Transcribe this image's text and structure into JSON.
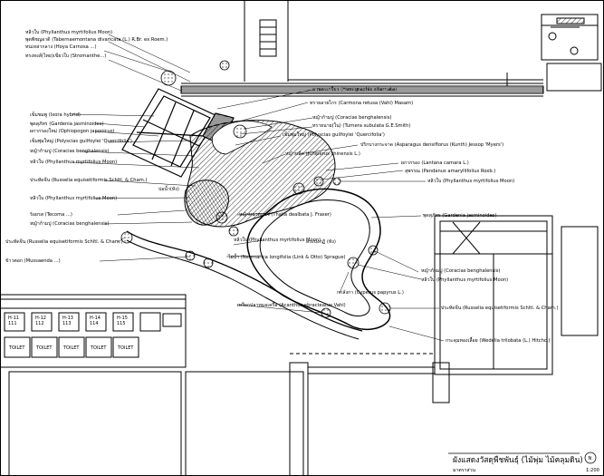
{
  "title": "ผังแสดงวัสดุพืชพันธุ์ (ไม้พุ่ม ไม้คลุมดิน)",
  "subtitle": "มาตราส่วน",
  "scale": "1:200",
  "north": "N",
  "rooms": [
    "H-11\n111",
    "H-12\n112",
    "H-13\n113",
    "H-14\n114",
    "H-15\n115"
  ],
  "toilets": [
    "TOILET",
    "TOILET",
    "TOILET",
    "TOILET",
    "TOILET"
  ],
  "place_labels": {
    "pond": "สระบงกฏิ (ทัง)",
    "lawn": "บ่อน้ำ(ทัง)"
  },
  "labels_left": [
    "หลิวใบ (Phyllanthus myrtifolius Moon)",
    "พุดพิชญอาดิ (Tabernaemontana divaricata (L.) R.Br. ex Roem.)",
    "ทนเหล่ากลาง (Hoya Carnosa ...)",
    "ทรงหงส์(ไทย)เขียวใบ (Stromanthe...)",
    "พุดสุภัทร (Gardenia jasminoides)",
    "เข็มชมพู (Ixora hybrid)",
    "ผกากรองใหม่ (Ophiopogon japonicus)",
    "เข็มพุ่มใหญ่ (Polyscias guilfoylei 'Quercifolia')",
    "หญ้าก้ามปู (Coracias benghalensis)",
    "หลิวใบ (Phyllanthus myrtifolius Moon)",
    "ประทัดจีน (Russelia equisetiformis Schltl. & Cham.)",
    "หลิวใบ (Phyllanthus myrtifolius Moon)",
    "ร้อยรส (Tecoma ...)",
    "หญ้าก้ามปู (Coracias benghalensis)",
    "ประทัดจีน (Russelia equisetiformis Schltl. & Cham.)",
    "ข้าวตอก (Mussaenda ...)"
  ],
  "labels_right": [
    "ลานตะเกรียว (Hemigraphis alternata)",
    "ทรายลายไกร (Carmona retusa (Vahl) Masam)",
    "หญ้าก้ามปู (Coracias benghalensis)",
    "ทรายนาย(ใน) (Turnera subulata G.E.Smith)",
    "เข็มพุ่มใหญ่ (Polyscias guilfoylei 'Quercifolia')",
    "ปริกบางกระจาด (Asparagus densiflorus (Kunth) Jessop 'Myers')",
    "หญ้าหมิด (Juniperus chinensis L.)",
    "ผกากรอง (Lantana camara L.)",
    "สุพรรณ (Pandanus amaryllifolius Roxb.)",
    "หลิวใบ (Phyllanthus myrtifolius Moon)",
    "พุดสุภัทร (Gardenia jasminoides)",
    "หญ้าก้ามปู (Coracias benghalensis)",
    "หลิวใบ (Phyllanthus myrtifolius Moon)",
    "ประทัดจีน (Russelia equisetiformis Schltl. & Cham.)",
    "กระดุมทองเลื้อย (Wedelia trilobata (L.) Hitchc.)"
  ],
  "labels_center": [
    "หญ้าหนวดแมว (Thalia dealbata J. Fraser)",
    "หลิวใบ (Phyllanthus myrtifolius Moon)",
    "ไผ่น้ำ (Neomarica longifolia (Link & Otto) Sprague)",
    "กกลังกา (Cyperus papyrus L.)",
    "เหงือกปลาหมอเครือ (Acanthus ebracteatus Vahl)"
  ]
}
